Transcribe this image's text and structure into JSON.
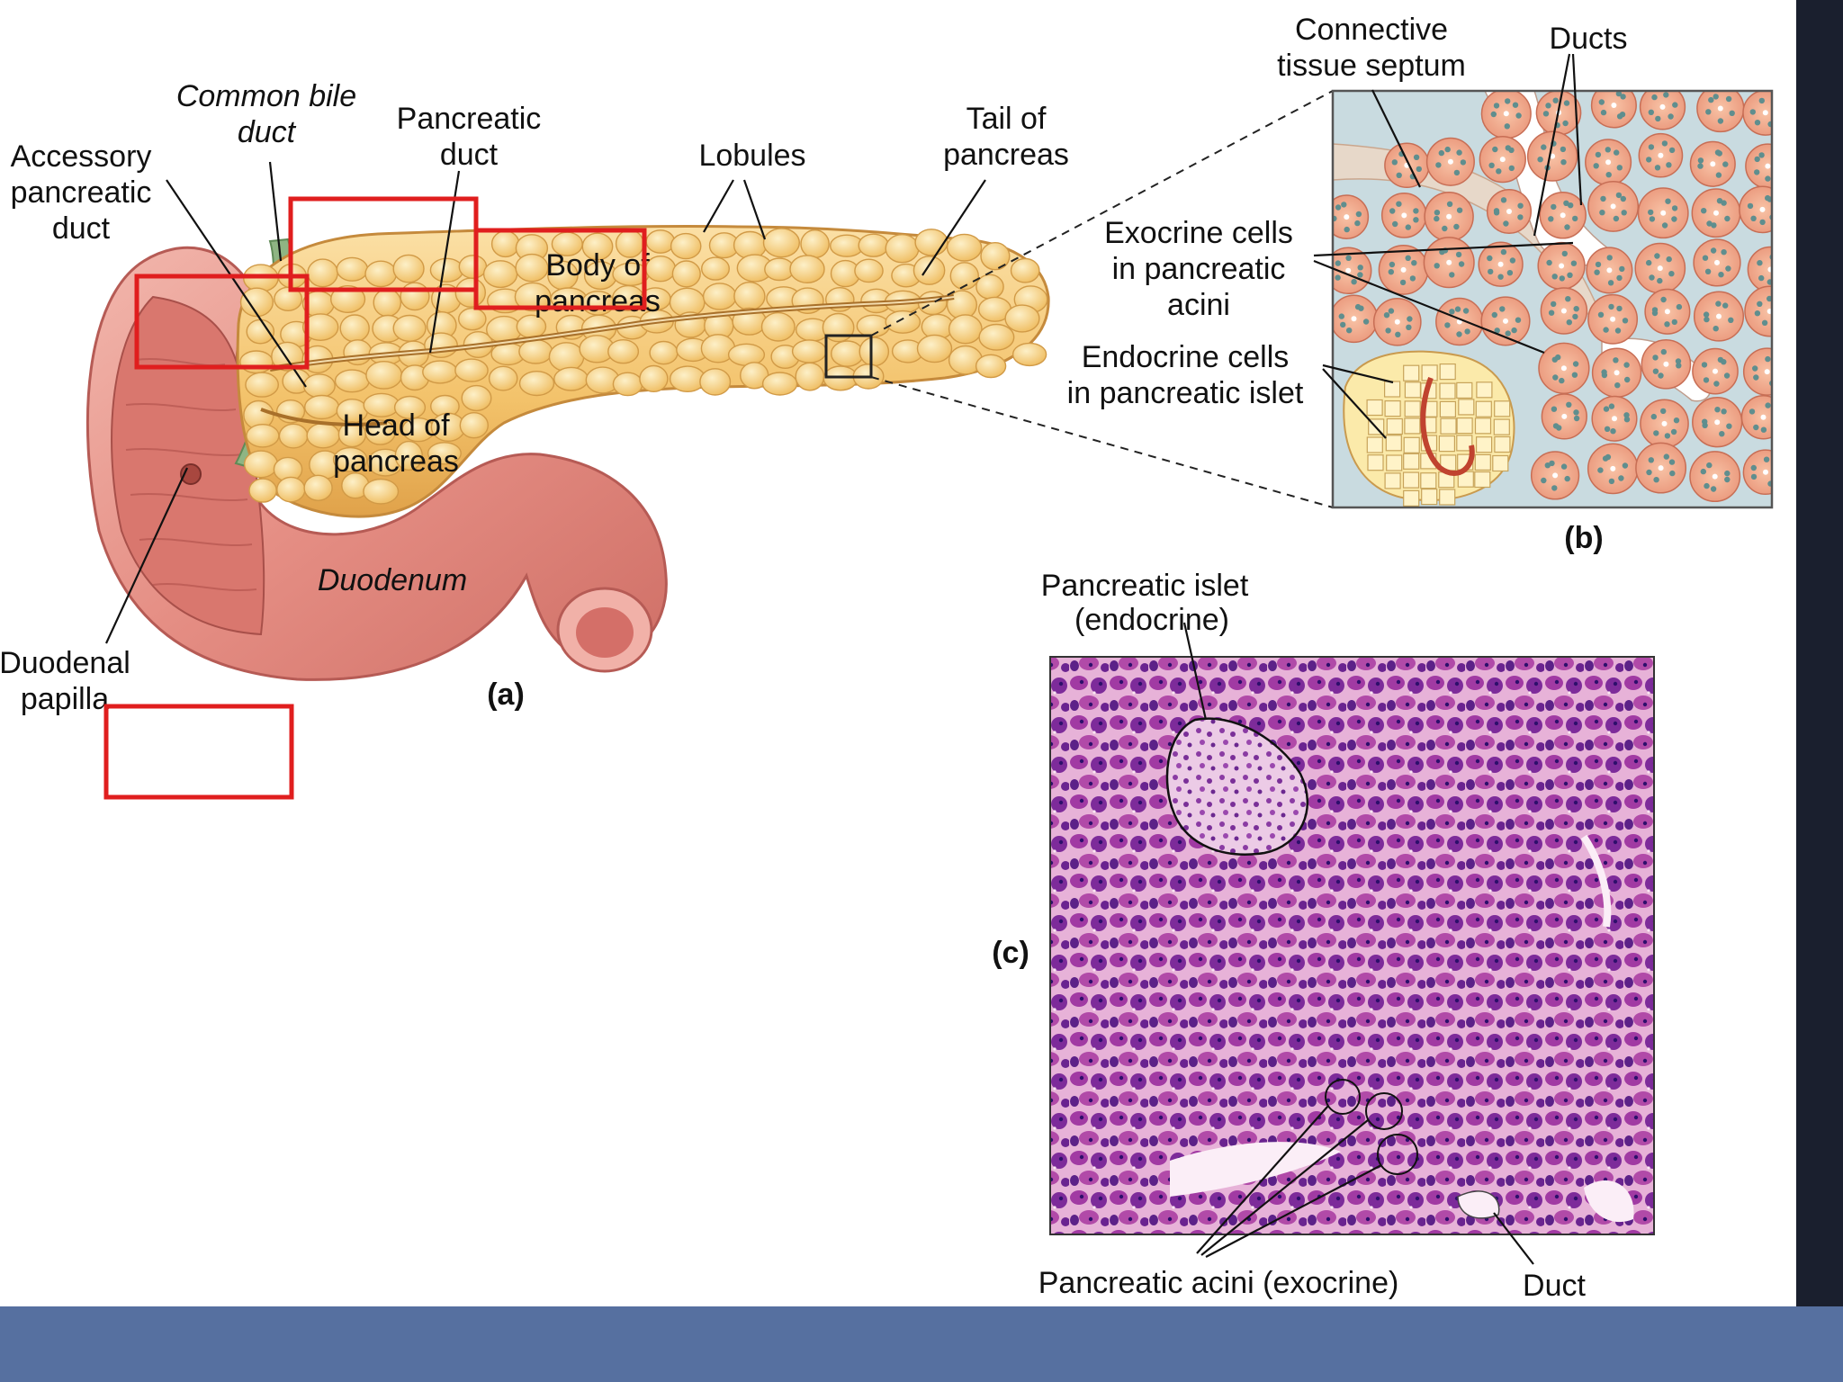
{
  "colors": {
    "slide_bg": "#ffffff",
    "band_right": "#1a1f2e",
    "band_bottom": "#5670a0",
    "highlight_boxes": "#e01e1e",
    "pancreas": "#f5c97a",
    "duodenum": "#e99b8f"
  },
  "figure_a": {
    "panel_label": "(a)",
    "labels": {
      "common_bile_duct_1": "Common bile",
      "common_bile_duct_2": "duct",
      "pancreatic_duct_1": "Pancreatic",
      "pancreatic_duct_2": "duct",
      "accessory_1": "Accessory",
      "accessory_2": "pancreatic",
      "accessory_3": "duct",
      "lobules": "Lobules",
      "tail_1": "Tail of",
      "tail_2": "pancreas",
      "body_1": "Body of",
      "body_2": "pancreas",
      "head_1": "Head of",
      "head_2": "pancreas",
      "duodenum": "Duodenum",
      "papilla_1": "Duodenal",
      "papilla_2": "papilla"
    }
  },
  "figure_b": {
    "panel_label": "(b)",
    "labels": {
      "septum_1": "Connective",
      "septum_2": "tissue septum",
      "ducts": "Ducts",
      "exocrine_1": "Exocrine cells",
      "exocrine_2": "in pancreatic",
      "exocrine_3": "acini",
      "endocrine_1": "Endocrine cells",
      "endocrine_2": "in pancreatic islet"
    }
  },
  "figure_c": {
    "panel_label": "(c)",
    "labels": {
      "islet_1": "Pancreatic islet",
      "islet_2": "(endocrine)",
      "acini": "Pancreatic acini (exocrine)",
      "duct": "Duct"
    }
  }
}
